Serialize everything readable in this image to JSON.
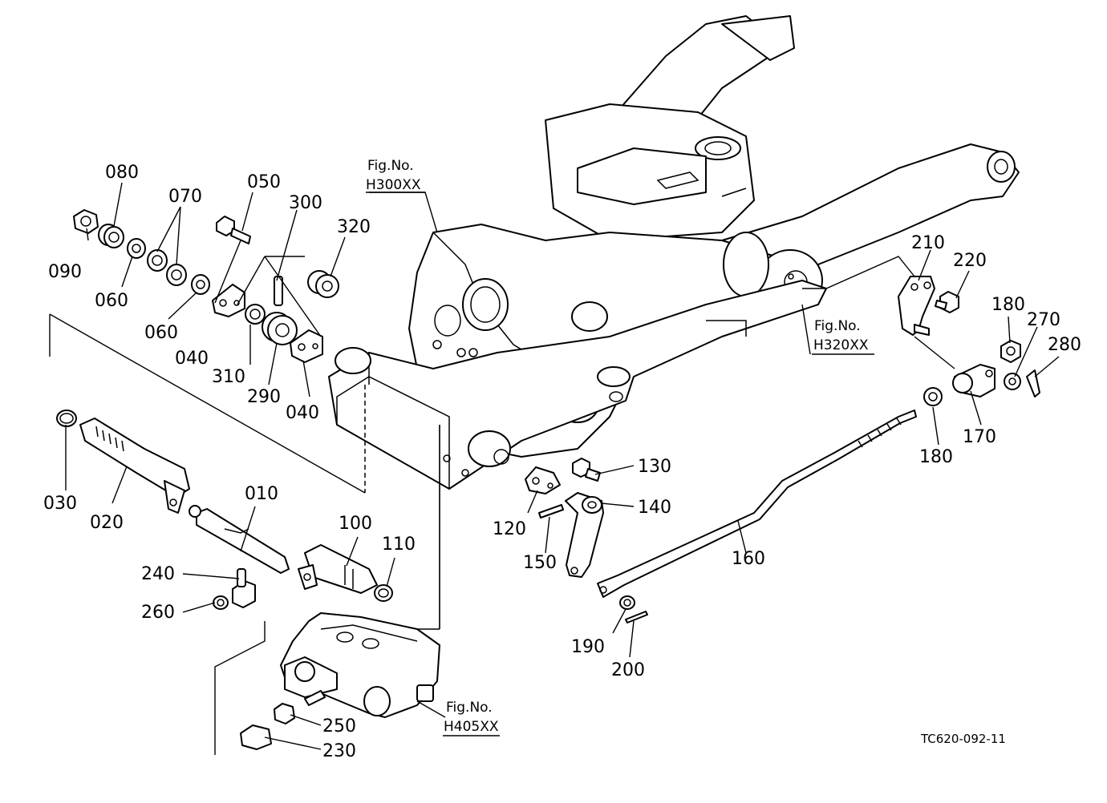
{
  "parts": [
    {
      "id": "010",
      "label": "010"
    },
    {
      "id": "020",
      "label": "020"
    },
    {
      "id": "030",
      "label": "030"
    },
    {
      "id": "040a",
      "label": "040"
    },
    {
      "id": "040b",
      "label": "040"
    },
    {
      "id": "050",
      "label": "050"
    },
    {
      "id": "060a",
      "label": "060"
    },
    {
      "id": "060b",
      "label": "060"
    },
    {
      "id": "070",
      "label": "070"
    },
    {
      "id": "080",
      "label": "080"
    },
    {
      "id": "090",
      "label": "090"
    },
    {
      "id": "100",
      "label": "100"
    },
    {
      "id": "110",
      "label": "110"
    },
    {
      "id": "120",
      "label": "120"
    },
    {
      "id": "130",
      "label": "130"
    },
    {
      "id": "140",
      "label": "140"
    },
    {
      "id": "150",
      "label": "150"
    },
    {
      "id": "160",
      "label": "160"
    },
    {
      "id": "170",
      "label": "170"
    },
    {
      "id": "180a",
      "label": "180"
    },
    {
      "id": "180b",
      "label": "180"
    },
    {
      "id": "190",
      "label": "190"
    },
    {
      "id": "200",
      "label": "200"
    },
    {
      "id": "210",
      "label": "210"
    },
    {
      "id": "220",
      "label": "220"
    },
    {
      "id": "230",
      "label": "230"
    },
    {
      "id": "240",
      "label": "240"
    },
    {
      "id": "250",
      "label": "250"
    },
    {
      "id": "260",
      "label": "260"
    },
    {
      "id": "270",
      "label": "270"
    },
    {
      "id": "280",
      "label": "280"
    },
    {
      "id": "290",
      "label": "290"
    },
    {
      "id": "300",
      "label": "300"
    },
    {
      "id": "310",
      "label": "310"
    },
    {
      "id": "320",
      "label": "320"
    }
  ],
  "figure_refs": [
    {
      "line1": "Fig.No.",
      "line2": "H300XX"
    },
    {
      "line1": "Fig.No.",
      "line2": "H320XX"
    },
    {
      "line1": "Fig.No.",
      "line2": "H405XX"
    }
  ],
  "drawing_code": "TC620-092-11"
}
